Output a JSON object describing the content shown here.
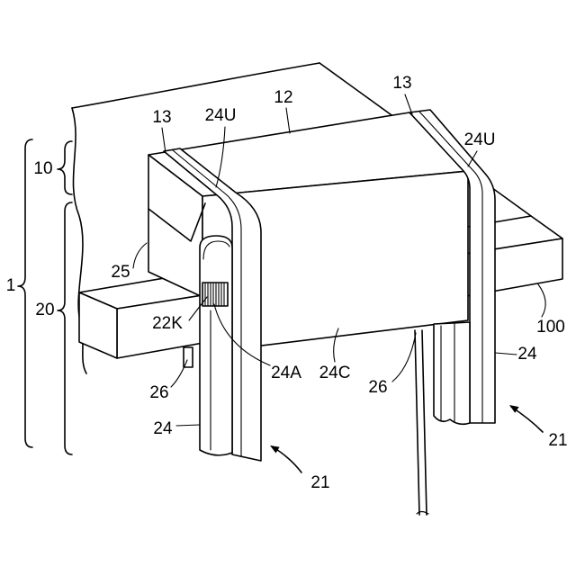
{
  "labels": [
    "1",
    "10",
    "20",
    "13",
    "24U",
    "12",
    "13",
    "24U",
    "25",
    "22K",
    "24A",
    "24C",
    "26",
    "26",
    "24",
    "24",
    "100",
    "21",
    "21"
  ]
}
